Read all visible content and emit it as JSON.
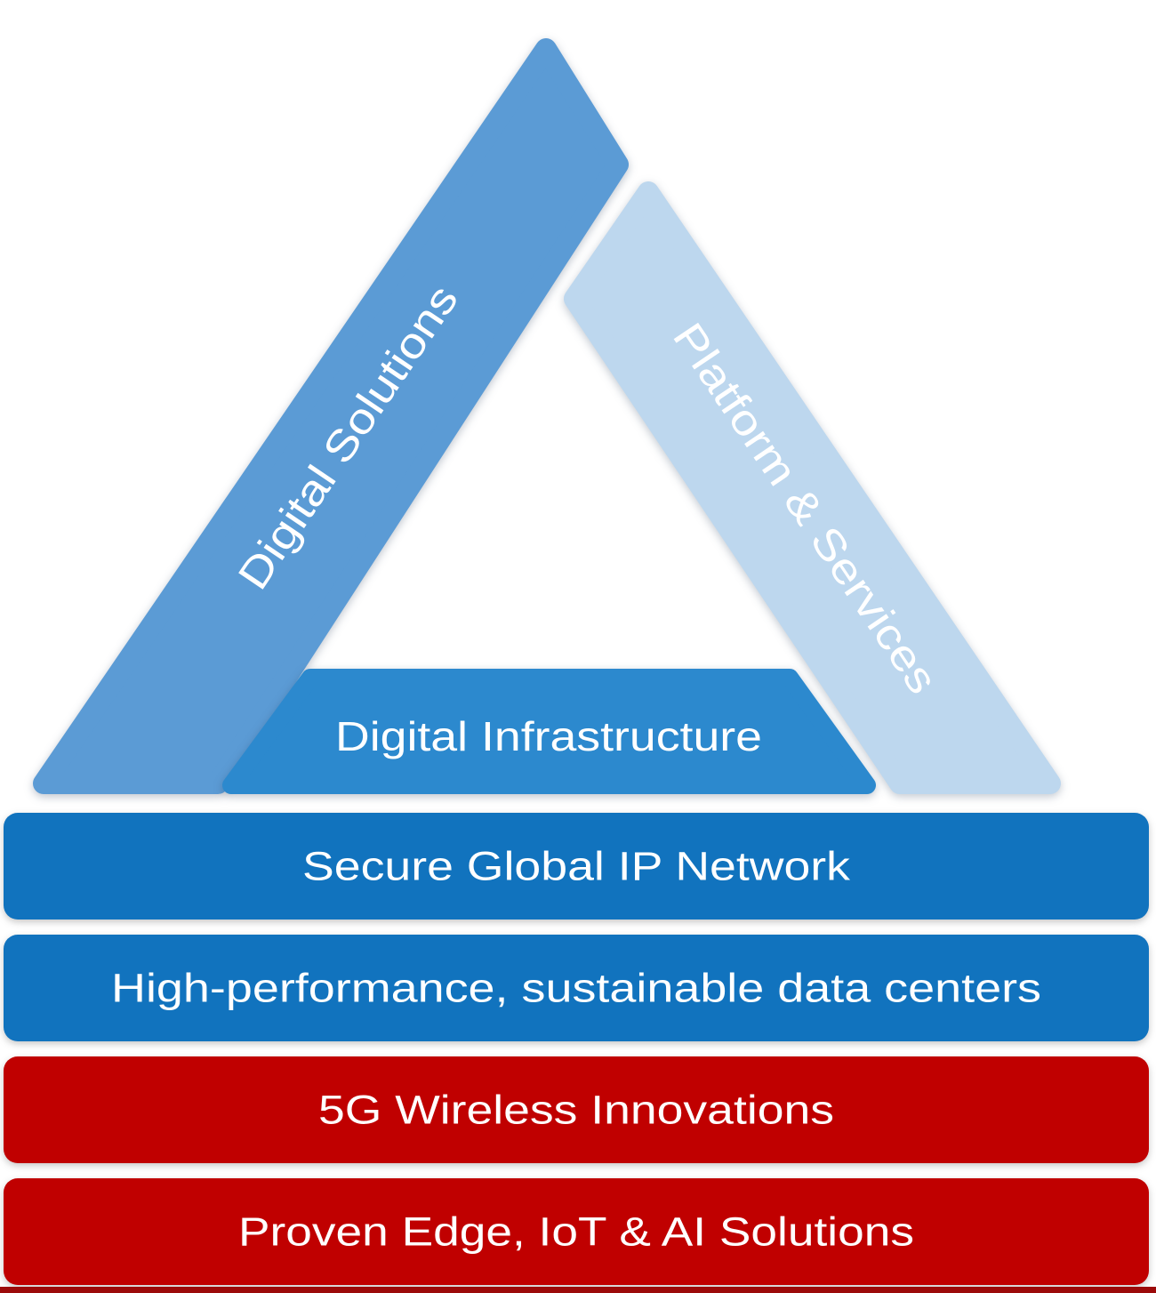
{
  "triangle": {
    "left_bar": {
      "label": "Digital Solutions",
      "color": "#5B9BD5"
    },
    "right_bar": {
      "label": "Platform & Services",
      "color": "#BDD7EE"
    },
    "base_bar": {
      "label": "Digital Infrastructure",
      "color": "#2C89CE"
    }
  },
  "foundation_bars": [
    {
      "label": "Secure Global IP Network",
      "color": "#1173BE"
    },
    {
      "label": "High-performance, sustainable data centers",
      "color": "#1173BE"
    },
    {
      "label": "5G Wireless Innovations",
      "color": "#C00000"
    },
    {
      "label": "Proven Edge, IoT & AI Solutions",
      "color": "#C00000"
    }
  ],
  "palette": {
    "triangle_left": "#5B9BD5",
    "triangle_right": "#BDD7EE",
    "triangle_base": "#2C89CE",
    "bar_blue": "#1173BE",
    "bar_red": "#C00000",
    "bottom_strip": "#9C0A0A",
    "label_text": "#FFFFFF",
    "background": "#FFFFFF"
  }
}
